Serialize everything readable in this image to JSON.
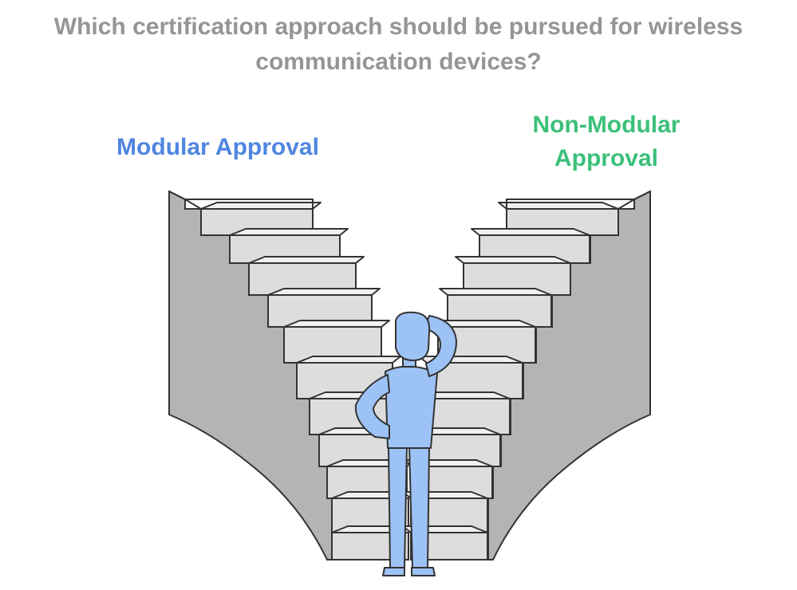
{
  "title": {
    "line1": "Which certification approach should be pursued for wireless",
    "line2": "communication devices?"
  },
  "options": {
    "left": {
      "label": "Modular Approval"
    },
    "right": {
      "label_line1": "Non-Modular",
      "label_line2": "Approval"
    }
  },
  "colors": {
    "title": "#959595",
    "left_label": "#4f86e0",
    "right_label": "#3cc07a",
    "stair_face": "#dddddd",
    "stair_side": "#b4b4b4",
    "outline": "#333333",
    "person": "#9dc2f5"
  },
  "icons": [
    "staircase-left",
    "staircase-right",
    "thinking-person-icon"
  ]
}
